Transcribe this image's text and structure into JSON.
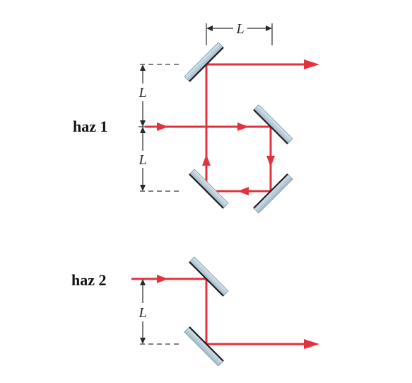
{
  "labels": {
    "beam1": "haz  1",
    "beam2": "haz  2",
    "length": "L"
  },
  "colors": {
    "beam": "#e5313d",
    "mirror": "#9fb8c8",
    "dimension": "#2a2a2a"
  }
}
